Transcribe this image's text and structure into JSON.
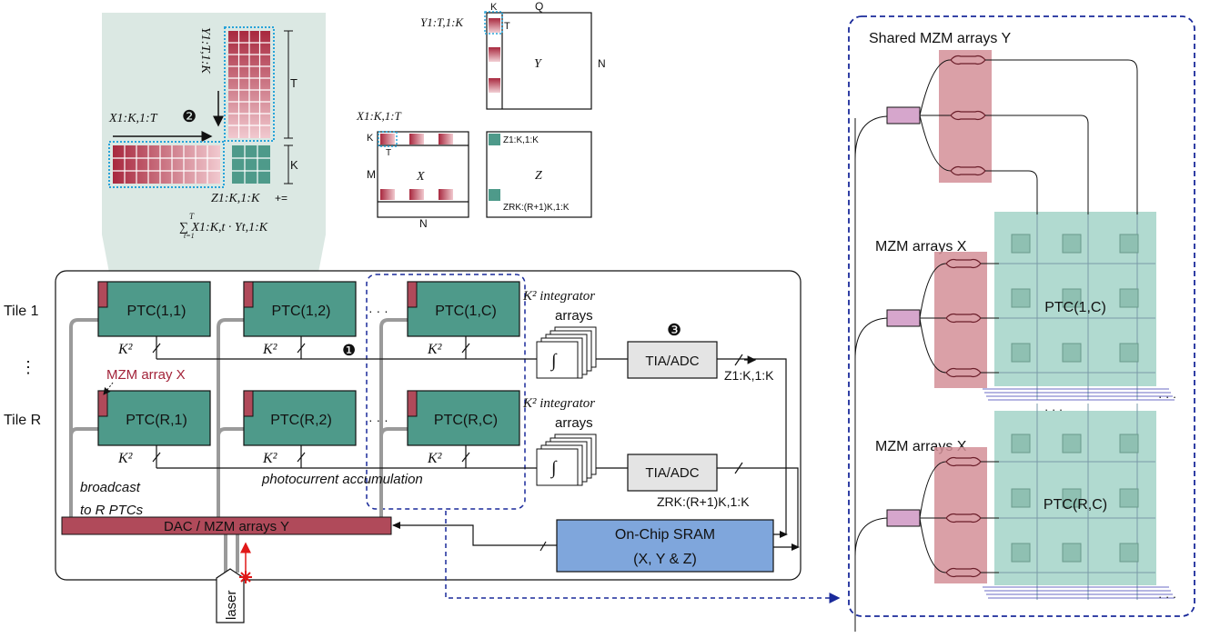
{
  "zoom": {
    "y_label": "Y1:T,1:K",
    "t_label": "T",
    "k_label": "K",
    "x_label": "X1:K,1:T",
    "step2": "❷",
    "z_label": "Z1:K,1:K",
    "z_op": "+=",
    "sum_formula": "∑ X1:K,t · Yt,1:K",
    "sum_upper": "T",
    "sum_lower": "t=1"
  },
  "matrices": {
    "y_top_label": "Y1:T,1:K",
    "y_k": "K",
    "y_q": "Q",
    "y_t": "T",
    "y_name": "Y",
    "y_n": "N",
    "x_top_label": "X1:K,1:T",
    "x_k": "K",
    "x_t": "T",
    "x_m": "M",
    "x_name": "X",
    "x_n": "N",
    "z_top": "Z1:K,1:K",
    "z_name": "Z",
    "z_bottom": "ZRK:(R+1)K,1:K"
  },
  "tiles": {
    "tile1": "Tile 1",
    "dots_v": "⋮",
    "tileR": "Tile R",
    "row1": [
      "PTC(1,1)",
      "PTC(1,2)",
      "PTC(1,C)"
    ],
    "rowR": [
      "PTC(R,1)",
      "PTC(R,2)",
      "PTC(R,C)"
    ],
    "dots": "· · ·",
    "k2": "K²",
    "step1": "❶",
    "mzm_x": "MZM array X",
    "broadcast1": "broadcast",
    "broadcast2": "to R PTCs",
    "photocurrent": "photocurrent accumulation",
    "dac": "DAC / MZM arrays Y",
    "laser": "laser"
  },
  "readout": {
    "integ1_a": "K² integrator",
    "integ1_b": "arrays",
    "integ2_a": "K² integrator",
    "integ2_b": "arrays",
    "integral": "∫",
    "step3": "❸",
    "tia1": "TIA/ADC",
    "tia2": "TIA/ADC",
    "z1": "Z1:K,1:K",
    "z2": "ZRK:(R+1)K,1:K",
    "sram1": "On-Chip SRAM",
    "sram2": "(X, Y & Z)"
  },
  "detail": {
    "shared_y": "Shared MZM arrays Y",
    "mzm_x1": "MZM arrays X",
    "mzm_x2": "MZM arrays X",
    "ptc1": "PTC(1,C)",
    "ptc2": "PTC(R,C)",
    "dots1": "· · ·",
    "dots2": "· · ·",
    "dots3": "· · ·"
  },
  "colors": {
    "ptc": "#4e9a8a",
    "mzm": "#b04a5a",
    "sram": "#7fa6dc",
    "zoom_bg": "#dbe8e3",
    "dash": "#1a2a9a",
    "teal_region": "#a9d6cb",
    "pink_region": "#d48f98"
  }
}
